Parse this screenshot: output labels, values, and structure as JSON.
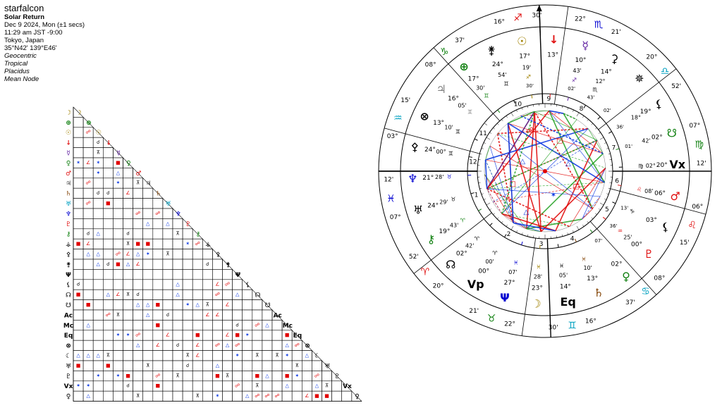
{
  "chart_info": {
    "name": "starfalcon",
    "chart_type": "Solar Return",
    "date": "Dec 9 2024, Mon  (±1 secs)",
    "time": "11:29 am  JST -9:00",
    "place": "Tokyo, Japan",
    "coords": "35°N42' 139°E46'",
    "settings": [
      "Geocentric",
      "Tropical",
      "Placidus",
      "Mean Node"
    ]
  },
  "colors": {
    "fire": "#e01010",
    "earth": "#108010",
    "air": "#0000d0",
    "water": "#00a0c0",
    "gold": "#a08000",
    "hard_aspect": "#e00000",
    "soft_aspect": "#0030e0",
    "minor_aspect": "#20a020"
  },
  "aspect_grid": {
    "rows": [
      {
        "glyph": "☽",
        "name": "Moon",
        "color": "#a08000"
      },
      {
        "glyph": "⊕",
        "name": "Earth",
        "color": "#108010"
      },
      {
        "glyph": "☉",
        "name": "Sun",
        "color": "#a08000"
      },
      {
        "glyph": "↓",
        "name": "Vertex-arrow",
        "color": "#e01010"
      },
      {
        "glyph": "☿",
        "name": "Mercury",
        "color": "#6020a0"
      },
      {
        "glyph": "♀",
        "name": "Venus",
        "color": "#108010"
      },
      {
        "glyph": "♂",
        "name": "Mars",
        "color": "#e01010"
      },
      {
        "glyph": "♃",
        "name": "Jupiter",
        "color": "#404040"
      },
      {
        "glyph": "♄",
        "name": "Saturn",
        "color": "#804000"
      },
      {
        "glyph": "♅",
        "name": "Uranus",
        "color": "#00a0c0"
      },
      {
        "glyph": "♆",
        "name": "Neptune",
        "color": "#0000d0"
      },
      {
        "glyph": "♇",
        "name": "Pluto",
        "color": "#e01010"
      },
      {
        "glyph": "⚷",
        "name": "Chiron",
        "color": "#108010"
      },
      {
        "glyph": "⚶",
        "name": "Vesta",
        "color": "#000000"
      },
      {
        "glyph": "⚴",
        "name": "Pallas",
        "color": "#000000"
      },
      {
        "glyph": "⚵",
        "name": "Juno",
        "color": "#000000"
      },
      {
        "glyph": "Ψ",
        "name": "Poseidon",
        "color": "#000000"
      },
      {
        "glyph": "⚸",
        "name": "Lilith",
        "color": "#000000"
      },
      {
        "glyph": "☊",
        "name": "Node",
        "color": "#000000"
      },
      {
        "glyph": "☋",
        "name": "SNode",
        "color": "#000000"
      },
      {
        "glyph": "Ac",
        "name": "Ascendant",
        "color": "#000000"
      },
      {
        "glyph": "Mc",
        "name": "Midheaven",
        "color": "#000000"
      },
      {
        "glyph": "Eq",
        "name": "EastPoint",
        "color": "#000000"
      },
      {
        "glyph": "⊗",
        "name": "Fortune",
        "color": "#000000"
      },
      {
        "glyph": "☾",
        "name": "Selena",
        "color": "#000000"
      },
      {
        "glyph": "♅",
        "name": "Uranus2",
        "color": "#000000"
      },
      {
        "glyph": "♇",
        "name": "Pluto2",
        "color": "#000000"
      },
      {
        "glyph": "Vx",
        "name": "Vertex",
        "color": "#000000"
      },
      {
        "glyph": "♀",
        "name": "Venus2",
        "color": "#000000"
      }
    ]
  },
  "wheel": {
    "ring_top": {
      "deg": "16°",
      "min": "30'",
      "glyph": "♐"
    },
    "sign_cusps": [
      {
        "deg": "16°",
        "glyph": "♐",
        "min": "30'",
        "color": "#e01010"
      },
      {
        "deg": "22°",
        "glyph": "♏",
        "min": "21'",
        "color": "#0000d0"
      },
      {
        "deg": "20°",
        "glyph": "♎",
        "min": "52'",
        "color": "#00a0c0"
      },
      {
        "deg": "07°",
        "glyph": "♍",
        "min": "12'",
        "color": "#108010"
      },
      {
        "deg": "06°",
        "glyph": "♌",
        "min": "15'",
        "color": "#e01010"
      },
      {
        "deg": "08°",
        "glyph": "♋",
        "min": "37'",
        "color": "#00a0c0"
      },
      {
        "deg": "16°",
        "glyph": "♊",
        "min": "30'",
        "color": "#00a0c0"
      },
      {
        "deg": "22°",
        "glyph": "♉",
        "min": "21'",
        "color": "#108010"
      },
      {
        "deg": "20°",
        "glyph": "♈",
        "min": "52'",
        "color": "#e01010"
      },
      {
        "deg": "07°",
        "glyph": "♓",
        "min": "12'",
        "color": "#0000d0"
      },
      {
        "deg": "03°",
        "glyph": "♒",
        "min": "15'",
        "color": "#00a0c0"
      },
      {
        "deg": "08°",
        "glyph": "♑",
        "min": "37'",
        "color": "#108010"
      }
    ],
    "house_numbers": [
      "1",
      "2",
      "3",
      "4",
      "5",
      "6",
      "7",
      "8",
      "9",
      "10",
      "11",
      "12"
    ],
    "planets": [
      {
        "glyph": "☉",
        "deg": "17°",
        "min": "19'",
        "sign": "♐",
        "extra": "30'",
        "color": "#a08000"
      },
      {
        "glyph": "↓",
        "deg": "13°",
        "min": "",
        "sign": "",
        "extra": "",
        "color": "#e01010"
      },
      {
        "glyph": "☿",
        "deg": "10°",
        "min": "43'",
        "sign": "♐",
        "extra": "02'",
        "color": "#6020a0"
      },
      {
        "glyph": "⚳",
        "deg": "14°",
        "min": "12°",
        "sign": "♏",
        "extra": "43'",
        "color": "#000000"
      },
      {
        "glyph": "✵",
        "deg": "",
        "min": "",
        "sign": "",
        "extra": "02'",
        "color": "#000000"
      },
      {
        "glyph": "⚸",
        "deg": "19°",
        "min": "18°",
        "sign": "",
        "extra": "36'",
        "color": "#000000"
      },
      {
        "glyph": "☋",
        "deg": "02°",
        "min": "42'",
        "sign": "",
        "extra": "01'",
        "color": "#108010"
      },
      {
        "glyph": "Vx",
        "deg": "20°",
        "min": "02°",
        "sign": "♍",
        "extra": "",
        "color": "#000000"
      },
      {
        "glyph": "♂",
        "deg": "06°",
        "min": "08'",
        "sign": "♌",
        "extra": "",
        "color": "#e01010"
      },
      {
        "glyph": "⚸",
        "deg": "03°",
        "min": "",
        "sign": "♑",
        "extra": "13'",
        "color": "#000000"
      },
      {
        "glyph": "♇",
        "deg": "00°",
        "min": "25'",
        "sign": "♒",
        "extra": "36'",
        "color": "#e01010"
      },
      {
        "glyph": "♀",
        "deg": "02°",
        "min": "",
        "sign": "",
        "extra": "07'",
        "color": "#108010"
      },
      {
        "glyph": "♄",
        "deg": "13°",
        "min": "10'",
        "sign": "♓",
        "extra": "",
        "color": "#804000"
      },
      {
        "glyph": "Eq",
        "deg": "14°",
        "min": "05'",
        "sign": "♓",
        "extra": "",
        "color": "#000000"
      },
      {
        "glyph": "☽",
        "deg": "23°",
        "min": "28'",
        "sign": "♓",
        "extra": "",
        "color": "#a08000"
      },
      {
        "glyph": "Ψ",
        "deg": "27°",
        "min": "07'",
        "sign": "♓",
        "extra": "",
        "color": "#0000d0"
      },
      {
        "glyph": "Vp",
        "deg": "00°",
        "min": "00'",
        "sign": "♈",
        "extra": "",
        "color": "#000000"
      },
      {
        "glyph": "☊",
        "deg": "02°",
        "min": "42'",
        "sign": "♈",
        "extra": "",
        "color": "#000000"
      },
      {
        "glyph": "⚷",
        "deg": "19°",
        "min": "43'",
        "sign": "♈",
        "extra": "",
        "color": "#108010"
      },
      {
        "glyph": "♅",
        "deg": "24°",
        "min": "29'",
        "sign": "♉",
        "extra": "",
        "color": "#000000"
      },
      {
        "glyph": "♆",
        "deg": "21°",
        "min": "28'",
        "sign": "♉",
        "extra": "",
        "color": "#0000d0"
      },
      {
        "glyph": "⚴",
        "deg": "24°",
        "min": "00°",
        "sign": "♊",
        "extra": "",
        "color": "#000000"
      },
      {
        "glyph": "⊗",
        "deg": "13°",
        "min": "10'",
        "sign": "♊",
        "extra": "",
        "color": "#000000"
      },
      {
        "glyph": "♃",
        "deg": "16°",
        "min": "05'",
        "sign": "♊",
        "extra": "",
        "color": "#808080"
      },
      {
        "glyph": "⊕",
        "deg": "17°",
        "min": "30'",
        "sign": "♊",
        "extra": "",
        "color": "#108010"
      },
      {
        "glyph": "⚵",
        "deg": "24°",
        "min": "54'",
        "sign": "♊",
        "extra": "",
        "color": "#000000"
      }
    ]
  }
}
